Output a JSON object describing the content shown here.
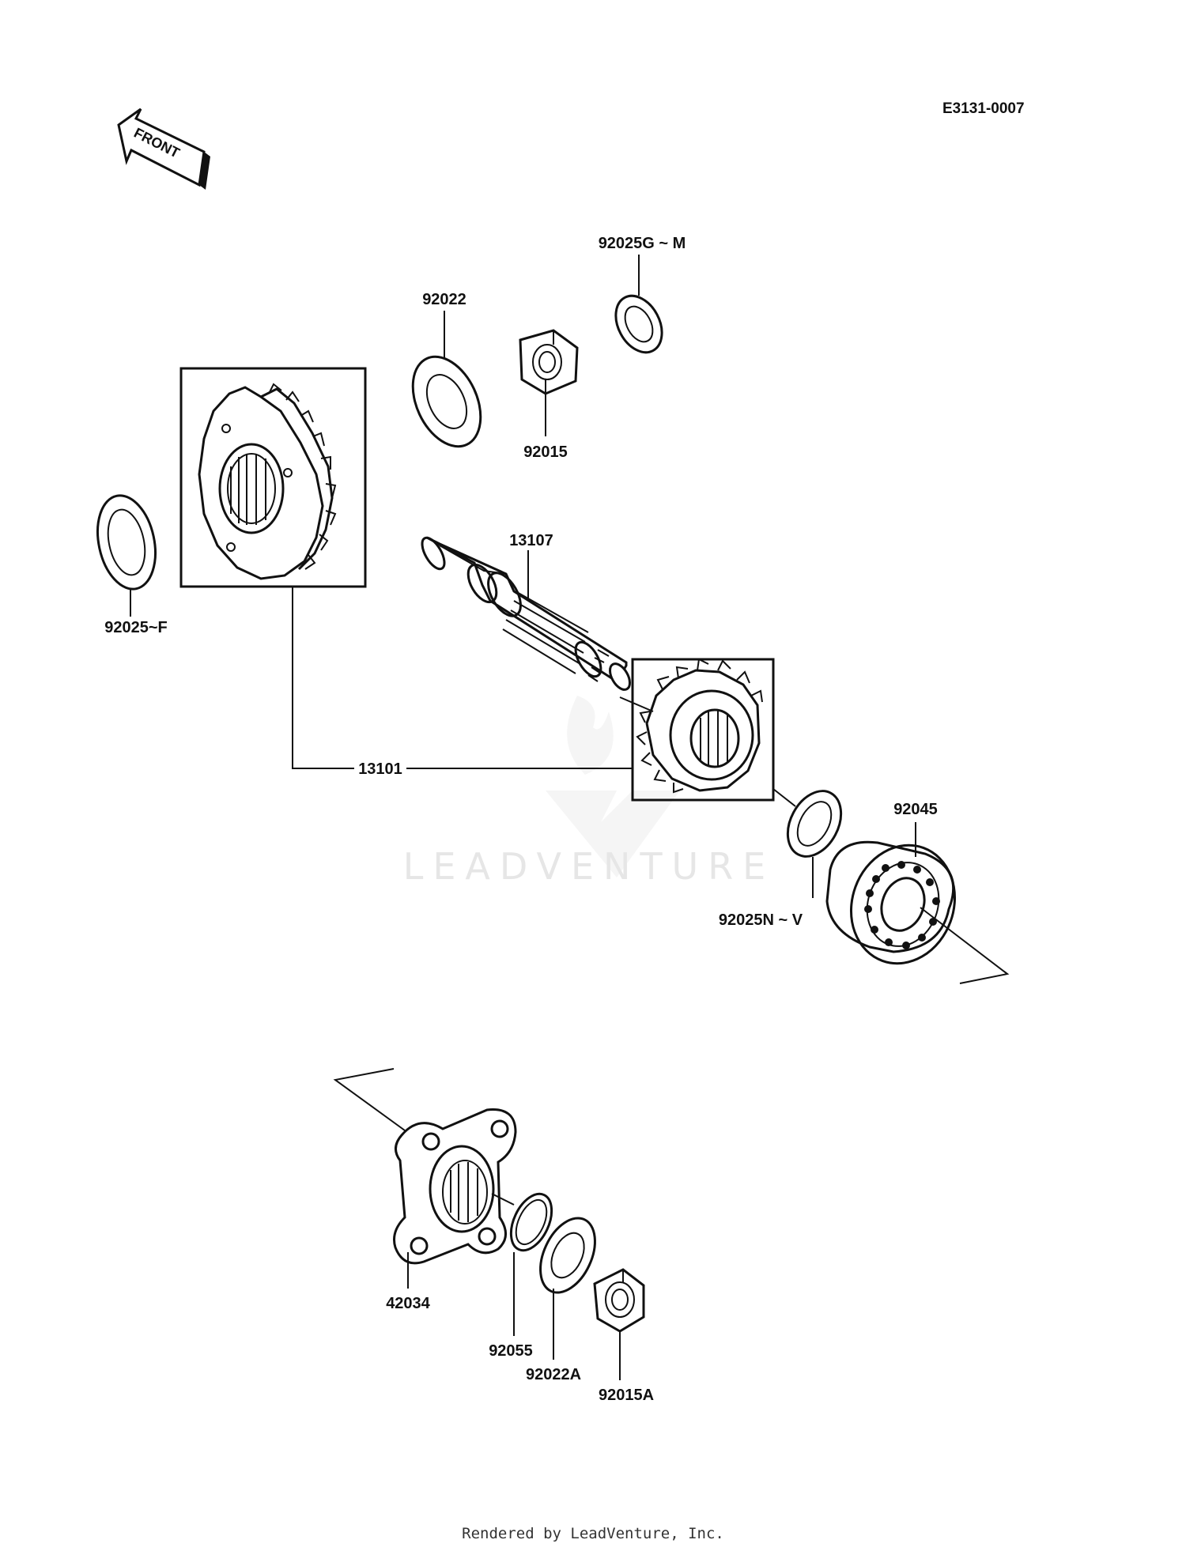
{
  "diagram": {
    "ref_code": "E3131-0007",
    "front_label": "FRONT",
    "watermark": "LEADVENTURE",
    "footer": "Rendered by LeadVenture, Inc.",
    "part_labels": {
      "p92025GM": "92025G ~ M",
      "p92022": "92022",
      "p92015": "92015",
      "p92025F": "92025~F",
      "p13107": "13107",
      "p13101": "13101",
      "p92045": "92045",
      "p92025NV": "92025N ~ V",
      "p42034": "42034",
      "p92055": "92055",
      "p92022A": "92022A",
      "p92015A": "92015A"
    }
  }
}
